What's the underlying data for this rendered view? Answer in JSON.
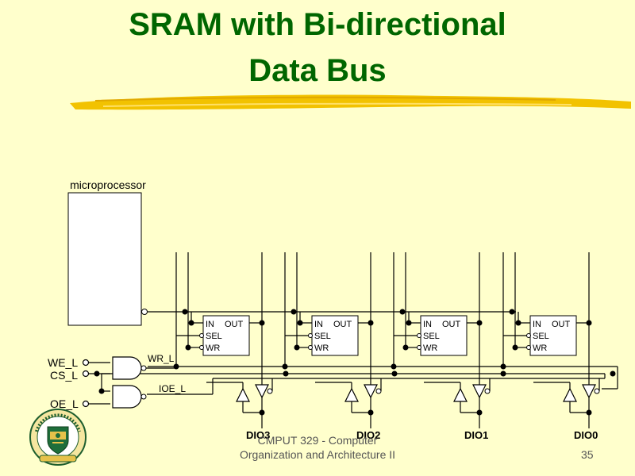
{
  "title": {
    "line1": "SRAM with Bi-directional",
    "line2": "Data Bus"
  },
  "diagram": {
    "microprocessor_label": "microprocessor",
    "signals": {
      "we": "WE_L",
      "cs": "CS_L",
      "oe": "OE_L",
      "wr": "WR_L",
      "ioe": "IOE_L"
    },
    "cell_labels": {
      "in": "IN",
      "out": "OUT",
      "sel": "SEL",
      "wr": "WR"
    },
    "dio_labels": [
      "DIO3",
      "DIO2",
      "DIO1",
      "DIO0"
    ]
  },
  "footer": {
    "line1": "CMPUT 329 - Computer",
    "line2": "Organization and Architecture II",
    "page": "35"
  },
  "colors": {
    "title": "#006600",
    "background": "#FFFFCC",
    "brush": "#F2C200",
    "wire": "#000000"
  },
  "logo": {
    "name": "university-of-alberta-crest",
    "text": "UNIVERSITY OF ALBERTA"
  }
}
